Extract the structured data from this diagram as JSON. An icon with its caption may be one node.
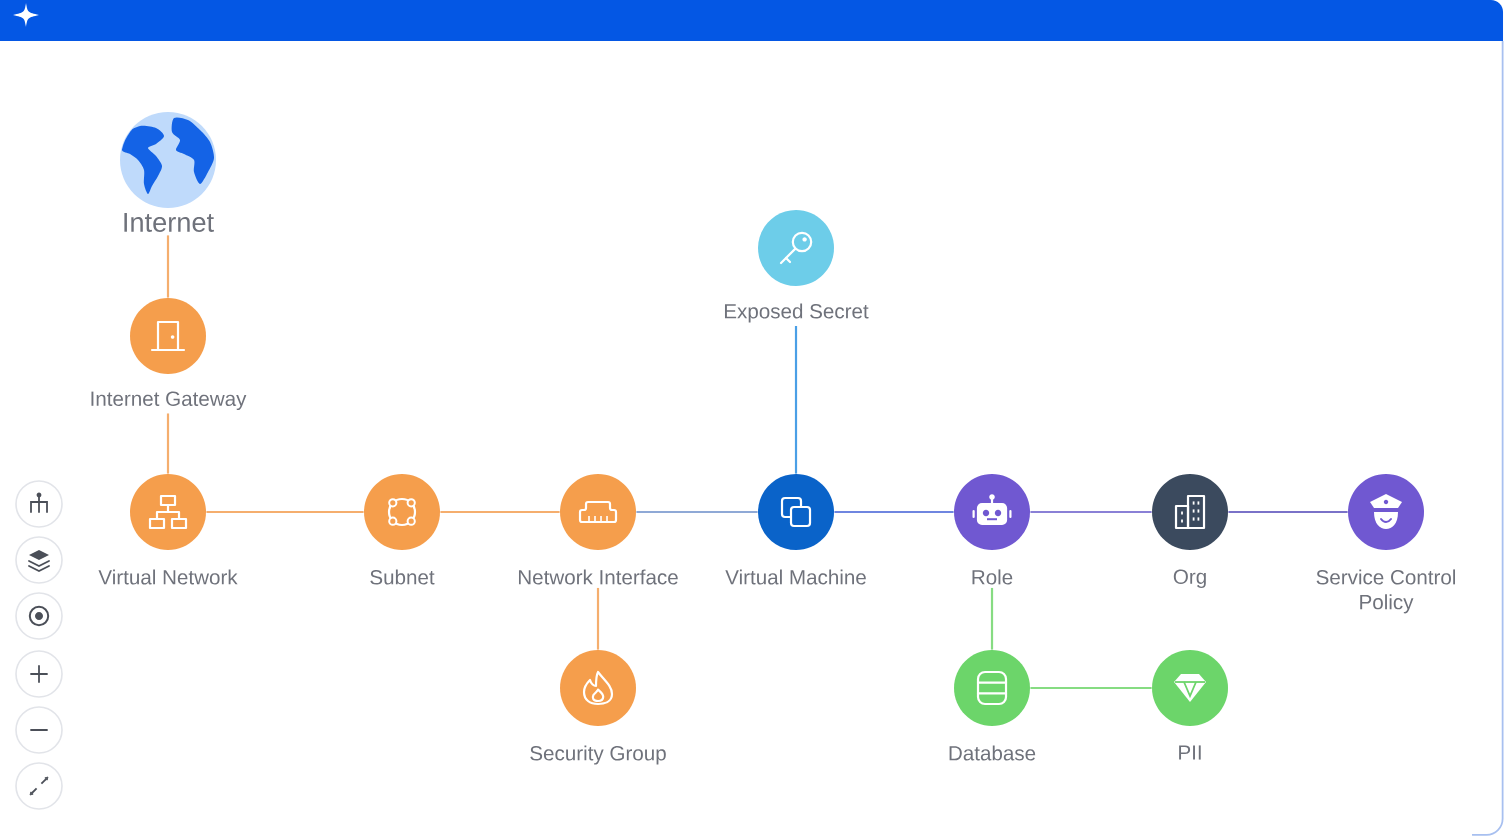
{
  "diagram": {
    "nodes": [
      {
        "text": [
          "Internet"
        ]
      },
      {
        "text": [
          "Internet Gateway"
        ]
      },
      {
        "text": [
          "Virtual Network"
        ]
      },
      {
        "text": [
          "Subnet"
        ]
      },
      {
        "text": [
          "Network Interface"
        ]
      },
      {
        "text": [
          "Security Group"
        ]
      },
      {
        "text": [
          "Exposed Secret"
        ]
      },
      {
        "text": [
          "Virtual Machine"
        ]
      },
      {
        "text": [
          "Role"
        ]
      },
      {
        "text": [
          "Org"
        ]
      },
      {
        "text": [
          "Service Control Policy"
        ]
      },
      {
        "text": [
          "Database"
        ]
      },
      {
        "text": [
          "PII"
        ]
      }
    ],
    "edges": [
      {
        "from": 0,
        "to": 1,
        "arrow": "none"
      },
      {
        "from": 1,
        "to": 2,
        "arrow": "none"
      },
      {
        "from": 2,
        "to": 3,
        "arrow": "none"
      },
      {
        "from": 3,
        "to": 4,
        "arrow": "none"
      },
      {
        "from": 4,
        "to": 5,
        "arrow": "none"
      },
      {
        "from": 4,
        "to": 7,
        "arrow": "none",
        "color": "#8fa9d6"
      },
      {
        "from": 6,
        "to": 7,
        "arrow": "none",
        "color": "#4a9fe6"
      },
      {
        "from": 7,
        "to": 8,
        "arrow": "none",
        "color": "#6f86e0"
      },
      {
        "from": 8,
        "to": 9,
        "arrow": "none",
        "color": "#8a80d6"
      },
      {
        "from": 9,
        "to": 10,
        "arrow": "none",
        "color": "#7a72c8"
      },
      {
        "from": 8,
        "to": 11,
        "arrow": "none",
        "color": "#86dc82"
      },
      {
        "from": 11,
        "to": 12,
        "arrow": "none",
        "color": "#86dc82"
      }
    ]
  }
}
